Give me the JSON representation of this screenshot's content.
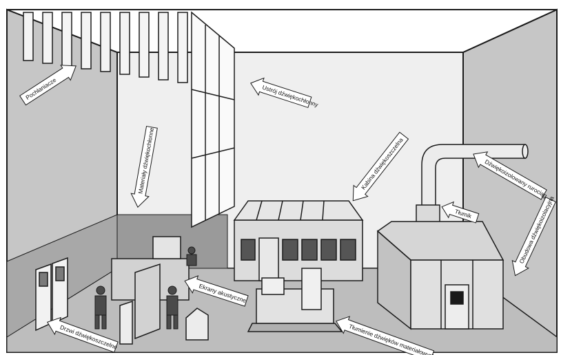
{
  "colors": {
    "wall_side": "#c6c6c6",
    "wall_back": "#efefef",
    "floor": "#bdbdbd",
    "lower_panel": "#9a9a9a",
    "outline": "#1a1a1a",
    "arrow_fill": "#ffffff"
  },
  "labels": {
    "pochlaniacze": "Pochłaniacze",
    "ustroj": "Ustrój dźwiękochłonny",
    "materialy": "Materiały dźwiękochłonne",
    "kabina": "Kabina dźwiękoszczelna",
    "rurociag": "Dźwiękoizolowany rurociąg",
    "tlumik": "Tłumik",
    "obudowa": "Obudowa dźwiękoizolacyjna",
    "ekrany": "Ekrany akustyczne",
    "tlumienie": "Tłumienie dźwięków materiałowych",
    "drzwi": "Drzwi dźwiękoszczelne"
  }
}
